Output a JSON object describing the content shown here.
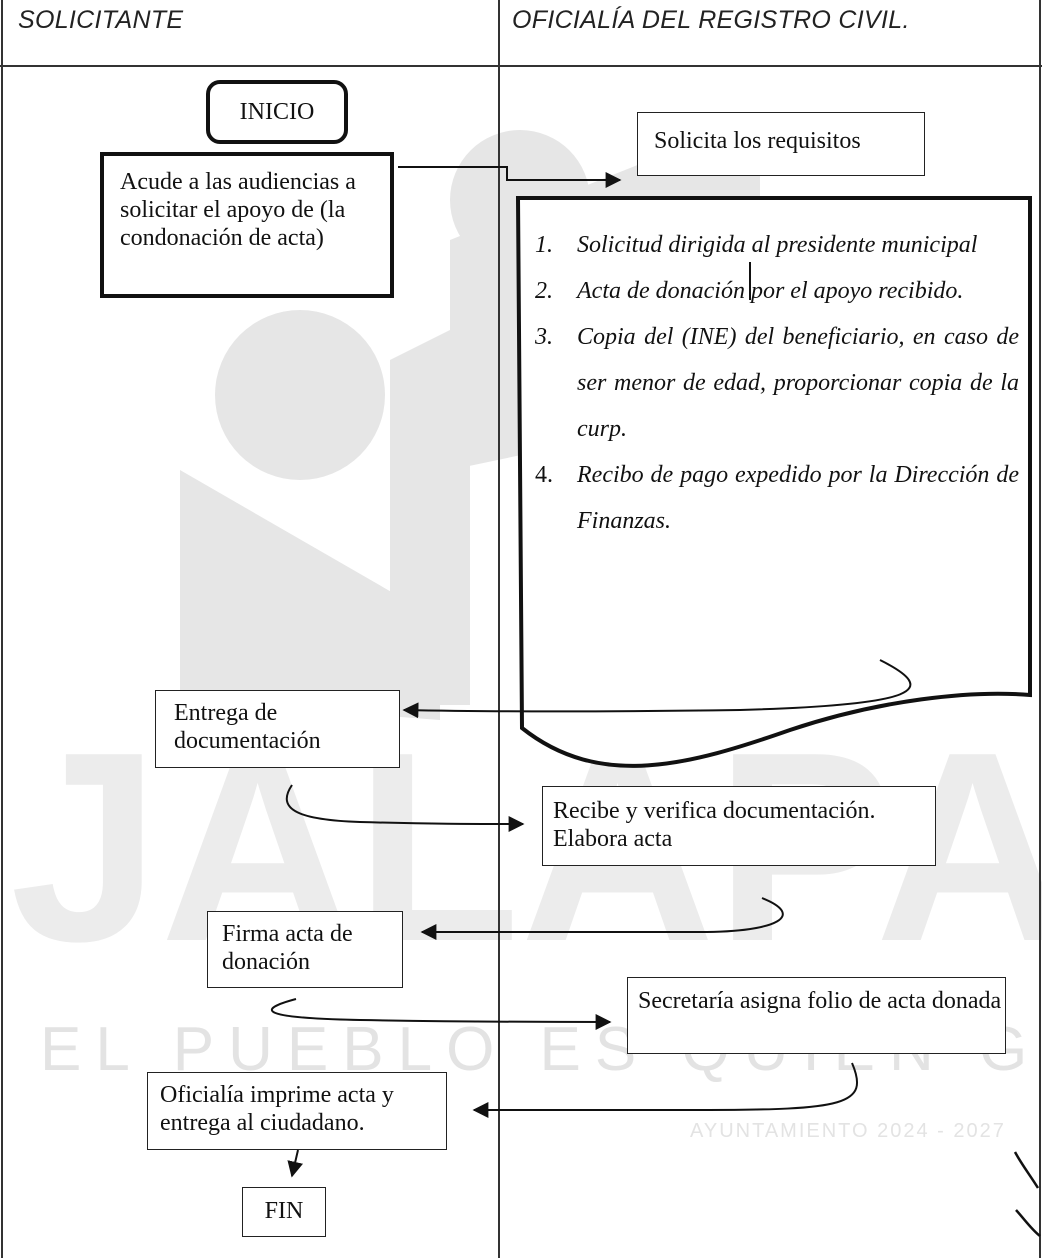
{
  "lanes": {
    "left": "SOLICITANTE",
    "right": "OFICIALÍA DEL REGISTRO CIVIL."
  },
  "nodes": {
    "inicio": "INICIO",
    "acude": "Acude a las audiencias a solicitar el apoyo de (la condonación de acta)",
    "solicita": "Solicita los requisitos",
    "entrega": "Entrega de documentación",
    "recibe": "Recibe y verifica documentación. Elabora acta",
    "firma": "Firma acta de donación",
    "secretaria": "Secretaría asigna folio de acta donada",
    "oficialia": "Oficialía imprime acta y entrega al ciudadano.",
    "fin": "FIN"
  },
  "requirements": [
    {
      "num": "1.",
      "text": "Solicitud dirigida al presidente municipal"
    },
    {
      "num": "2.",
      "text": "Acta de donación por el apoyo recibido."
    },
    {
      "num": "3.",
      "text": "Copia del (INE) del beneficiario, en caso de ser menor de edad, proporcionar copia de la curp."
    },
    {
      "num": "4.",
      "text": "Recibo de pago expedido por la Dirección de Finanzas."
    }
  ],
  "watermark": {
    "brand": "JALAPA",
    "tagline": "EL PUEBLO ES QUIEN GOBIERNA",
    "sub": "AYUNTAMIENTO 2024 - 2027"
  }
}
